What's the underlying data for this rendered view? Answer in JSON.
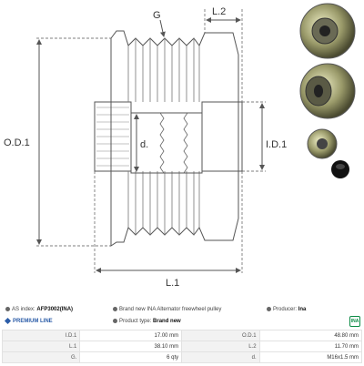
{
  "drawing": {
    "label_g": "G",
    "label_l2": "L.2",
    "label_od1": "O.D.1",
    "label_id1": "I.D.1",
    "label_d": "d.",
    "label_l1": "L.1"
  },
  "photos": {
    "items": [
      "pulley-front-view",
      "pulley-angled-view",
      "pulley-side-view",
      "pulley-cap"
    ]
  },
  "info": {
    "as_index_label": "AS index:",
    "as_index_value": "AFP3002(INA)",
    "description": "Brand new INA Alternator freewheel pulley",
    "producer_label": "Producer:",
    "producer_value": "Ina",
    "premium_line": "PREMIUM LINE",
    "product_type_label": "Product type:",
    "product_type_value": "Brand new",
    "ina_logo_text": "INA"
  },
  "specs": [
    {
      "k1": "I.D.1",
      "v1": "17.00 mm",
      "k2": "O.D.1",
      "v2": "48.80 mm"
    },
    {
      "k1": "L.1",
      "v1": "38.10 mm",
      "k2": "L.2",
      "v2": "11.70 mm"
    },
    {
      "k1": "G.",
      "v1": "6 qty",
      "k2": "d.",
      "v2": "M16x1.5 mm"
    }
  ],
  "colors": {
    "line": "#555555",
    "accent_blue": "#2c5da8",
    "ina_green": "#0b8a44"
  }
}
